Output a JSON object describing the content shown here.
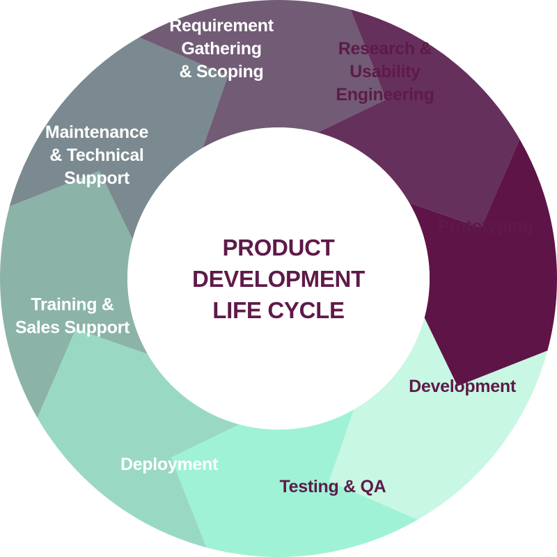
{
  "center_title_lines": [
    "PRODUCT",
    "DEVELOPMENT",
    "LIFE CYCLE"
  ],
  "colors": {
    "center_fill": "#ffffff",
    "center_text": "#5e1a49"
  },
  "segments": [
    {
      "id": "requirement-gathering",
      "lines": [
        "Requirement",
        "Gathering",
        "& Scoping"
      ],
      "fill": "#5e1447",
      "text_color": "#ffffff"
    },
    {
      "id": "research-usability",
      "lines": [
        "Research &",
        "Usability",
        "Engineering"
      ],
      "fill": "#c8f7e3",
      "text_color": "#5e1a49"
    },
    {
      "id": "prototyping",
      "lines": [
        "Prototyping"
      ],
      "fill": "#9ff2d5",
      "text_color": "#5e1a49"
    },
    {
      "id": "development",
      "lines": [
        "Development"
      ],
      "fill": "#99d9c4",
      "text_color": "#5e1a49"
    },
    {
      "id": "testing-qa",
      "lines": [
        "Testing & QA"
      ],
      "fill": "#8cb3a8",
      "text_color": "#5e1a49"
    },
    {
      "id": "deployment",
      "lines": [
        "Deployment"
      ],
      "fill": "#7b8990",
      "text_color": "#ffffff"
    },
    {
      "id": "training-sales",
      "lines": [
        "Training &",
        "Sales Support"
      ],
      "fill": "#715b75",
      "text_color": "#ffffff"
    },
    {
      "id": "maintenance-support",
      "lines": [
        "Maintenance",
        "& Technical",
        "Support"
      ],
      "fill": "#66305c",
      "text_color": "#ffffff"
    }
  ]
}
